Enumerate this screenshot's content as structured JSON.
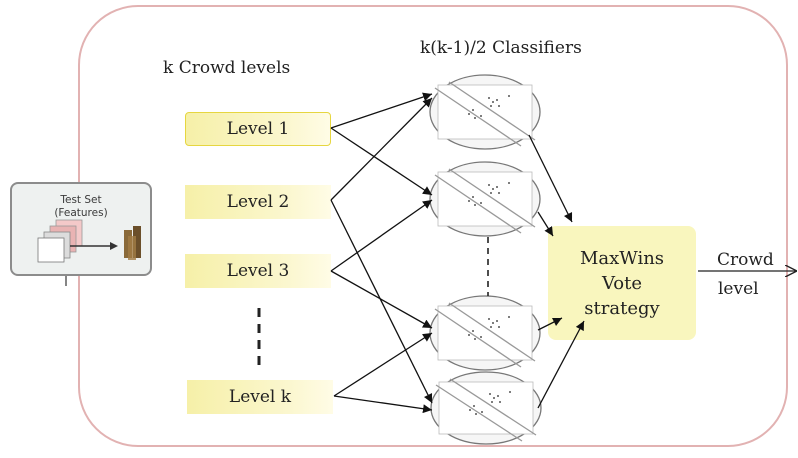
{
  "headings": {
    "crowd_levels": "k Crowd levels",
    "classifiers": "k(k-1)/2 Classifiers"
  },
  "test_set": {
    "title_line1": "Test Set",
    "title_line2": "(Features)"
  },
  "levels": [
    {
      "label": "Level 1"
    },
    {
      "label": "Level 2"
    },
    {
      "label": "Level 3"
    },
    {
      "label": "Level k"
    }
  ],
  "maxwins": {
    "line1": "MaxWins",
    "line2": "Vote",
    "line3": "strategy"
  },
  "output": {
    "line1": "Crowd",
    "line2": "level"
  },
  "colors": {
    "frame_border": "#e2b2b2",
    "level_fill": "#f6f0a8",
    "maxwins_fill": "#f9f6be",
    "arrow": "#111111"
  }
}
